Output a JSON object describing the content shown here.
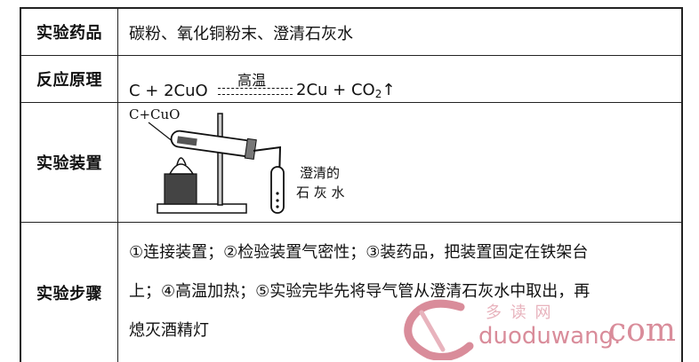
{
  "rows": [
    {
      "label": "实验药品",
      "content": "碳粉、氧化铜粉末、澄清石灰水"
    },
    {
      "label": "反应原理",
      "reaction": {
        "lhs": "C + 2CuO",
        "condition": "高温",
        "rhs_main": "2Cu + CO",
        "rhs_sub": "2",
        "arrow": "↑"
      }
    },
    {
      "label": "实验装置",
      "apparatus": {
        "tube_label": "C+CuO",
        "bottle_label_line1": "澄清的",
        "bottle_label_line2": "石 灰 水"
      }
    },
    {
      "label": "实验步骤",
      "steps_line1": "①连接装置；②检验装置气密性；③装药品，把装置固定在铁架台",
      "steps_line2": "上；④高温加热；⑤实验完毕先将导气管从澄清石灰水中取出，再",
      "steps_line3": "熄灭酒精灯"
    }
  ],
  "watermark": {
    "cn": "多 读 网",
    "en": "duoduwang.",
    "com": "com"
  }
}
